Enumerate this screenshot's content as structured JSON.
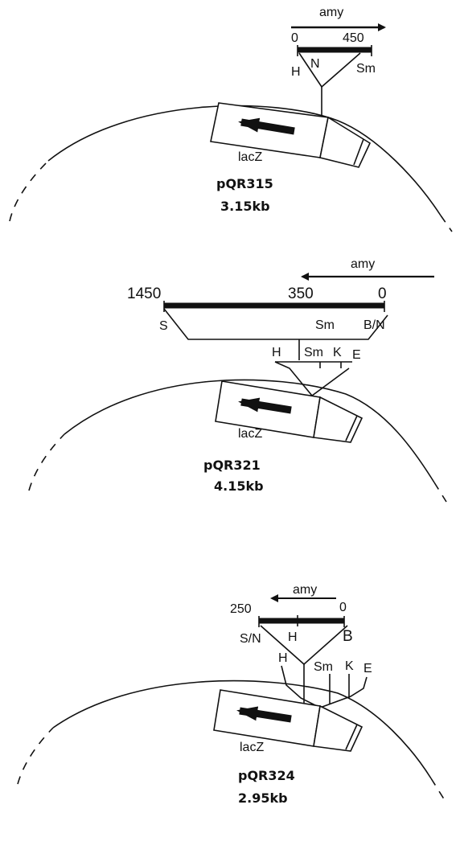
{
  "plasmids": [
    {
      "name": "pQR315",
      "size": "3.15kb",
      "gene_label": "lacZ",
      "insert_gene": "amy",
      "scale_start": "0",
      "scale_end": "450",
      "sites_on_insert": [
        "H",
        "N",
        "Sm"
      ]
    },
    {
      "name": "pQR321",
      "size": "4.15kb",
      "gene_label": "lacZ",
      "insert_gene": "amy",
      "scale_left": "1450",
      "scale_mid": "350",
      "scale_right": "0",
      "sites_on_insert": [
        "S",
        "Sm",
        "B/N"
      ],
      "mcs_sites": [
        "H",
        "Sm",
        "K",
        "E"
      ]
    },
    {
      "name": "pQR324",
      "size": "2.95kb",
      "gene_label": "lacZ",
      "insert_gene": "amy",
      "scale_left": "250",
      "scale_right": "0",
      "sites_on_insert": [
        "S/N",
        "H",
        "B"
      ],
      "mcs_sites": [
        "H",
        "Sm",
        "K",
        "E"
      ]
    }
  ]
}
